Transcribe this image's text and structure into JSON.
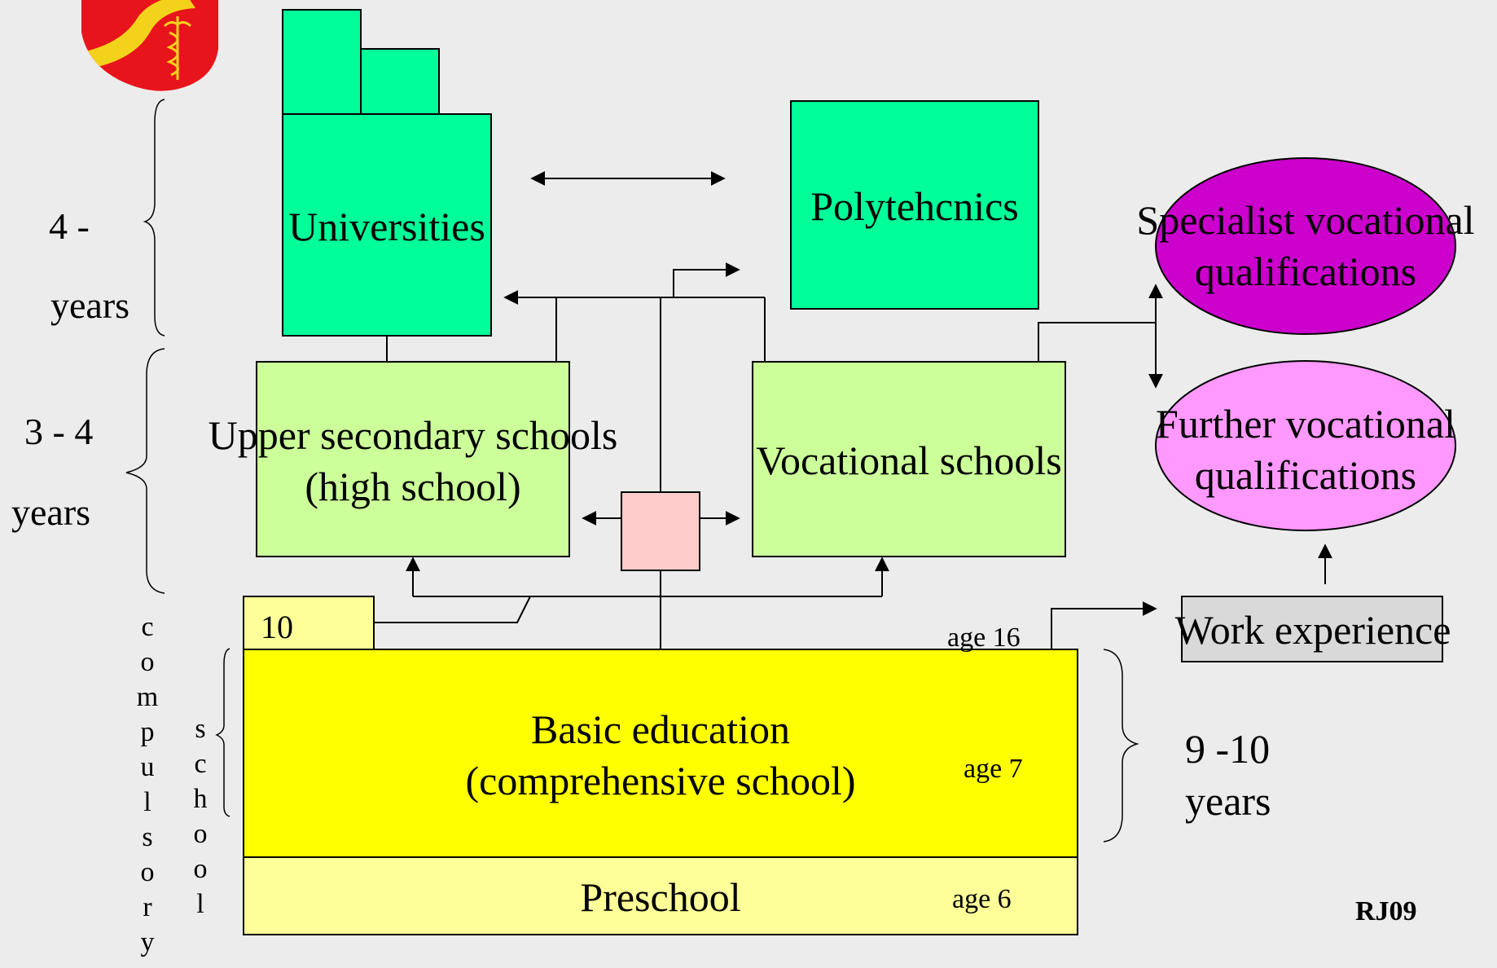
{
  "colors": {
    "background": "#ececec",
    "university_green": "#00ff99",
    "light_green": "#ccff99",
    "basic_yellow": "#ffff00",
    "pale_yellow": "#ffff99",
    "center_pink": "#ffcccc",
    "specialist_purple": "#cc00cc",
    "further_pink": "#ff99ff",
    "work_grey": "#d9d9d9"
  },
  "logo": {
    "icon": "coat-of-arms-icon"
  },
  "left_durations": {
    "university_a": "4 -",
    "university_b": "years",
    "secondary_a": "3 - 4",
    "secondary_b": "years"
  },
  "vertical_labels": {
    "compulsory": [
      "c",
      "o",
      "m",
      "p",
      "u",
      "l",
      "s",
      "o",
      "r",
      "y"
    ],
    "school": [
      "s",
      "c",
      "h",
      "o",
      "o",
      "l"
    ]
  },
  "boxes": {
    "universities": "Universities",
    "polytechnics": "Polytehcnics",
    "upper_secondary_1": "Upper secondary schools",
    "upper_secondary_2": "(high school)",
    "vocational": "Vocational schools",
    "tenth_grade": "10",
    "basic_1": "Basic education",
    "basic_2": "(comprehensive school)",
    "preschool": "Preschool",
    "work_experience": "Work experience"
  },
  "ellipses": {
    "specialist_1": "Specialist vocational",
    "specialist_2": "qualifications",
    "further_1": "Further vocational",
    "further_2": "qualifications"
  },
  "ages": {
    "age16": "age 16",
    "age7": "age 7",
    "age6": "age 6"
  },
  "right_duration": {
    "a": "9 -10",
    "b": "years"
  },
  "signature": "RJ09"
}
